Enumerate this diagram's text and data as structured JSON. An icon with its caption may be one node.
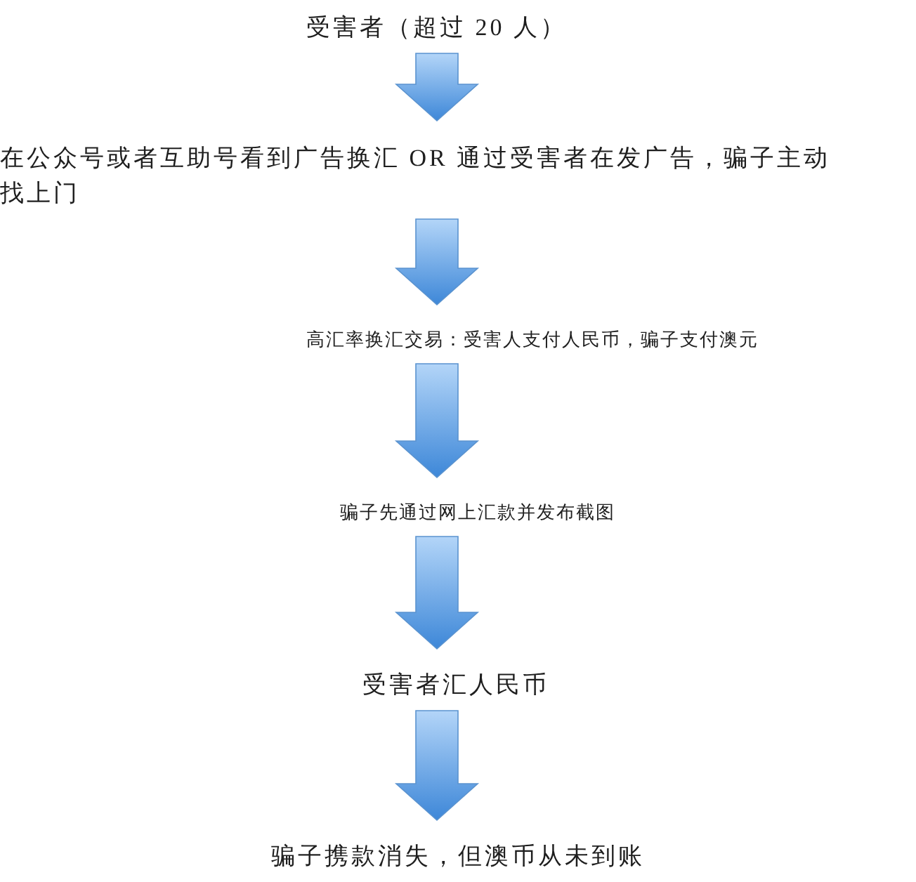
{
  "diagram": {
    "nodes": [
      {
        "text": [
          "受害者（超过 20 人）"
        ]
      },
      {
        "text": [
          "在公众号或者互助号看到广告换汇 OR 通过受害者在发广告，骗子主动找上门"
        ]
      },
      {
        "text": [
          "高汇率换汇交易：受害人支付人民币，骗子支付澳元"
        ]
      },
      {
        "text": [
          "骗子先通过网上汇款并发布截图"
        ]
      },
      {
        "text": [
          "受害者汇人民币"
        ]
      },
      {
        "text": [
          "骗子携款消失，但澳币从未到账"
        ]
      }
    ],
    "edges": [
      {
        "from": 0,
        "to": 1,
        "arrow": "to"
      },
      {
        "from": 1,
        "to": 2,
        "arrow": "to"
      },
      {
        "from": 2,
        "to": 3,
        "arrow": "to"
      },
      {
        "from": 3,
        "to": 4,
        "arrow": "to"
      },
      {
        "from": 4,
        "to": 5,
        "arrow": "to"
      }
    ]
  }
}
